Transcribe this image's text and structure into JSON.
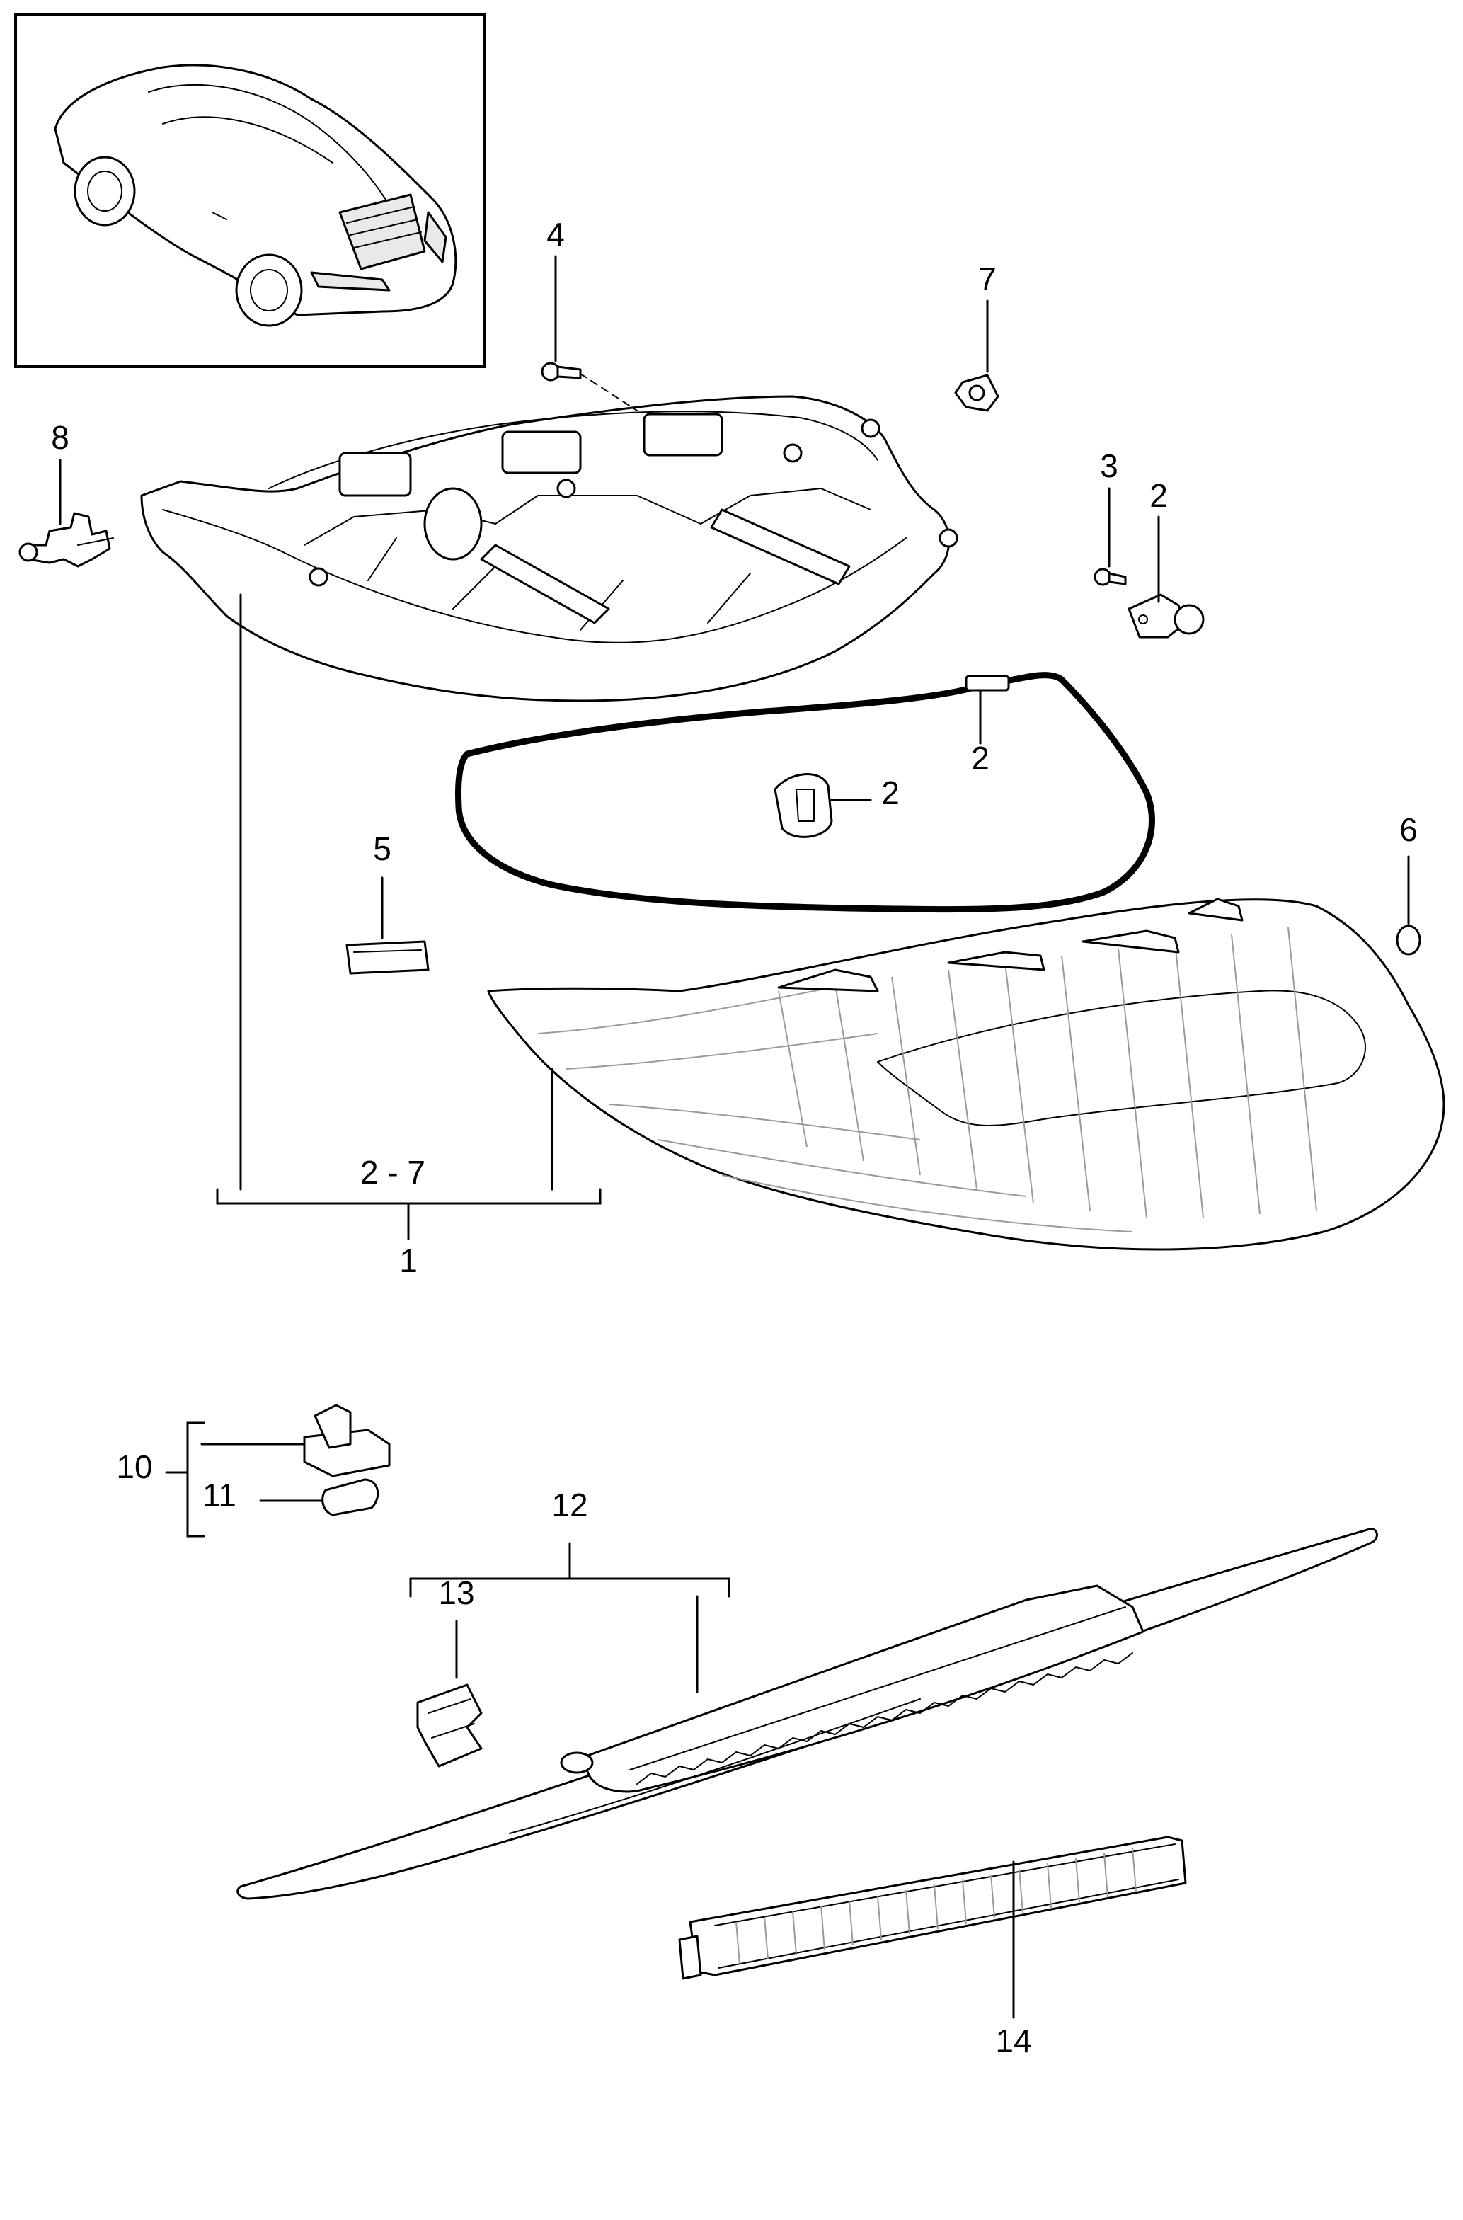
{
  "callouts": {
    "c1": "1",
    "c2_7": "2 - 7",
    "c2_bulb": "2",
    "c2_seal": "2",
    "c2_grommet": "2",
    "c3": "3",
    "c4": "4",
    "c5": "5",
    "c6": "6",
    "c7": "7",
    "c8": "8",
    "c10": "10",
    "c11": "11",
    "c12": "12",
    "c13": "13",
    "c14": "14"
  }
}
